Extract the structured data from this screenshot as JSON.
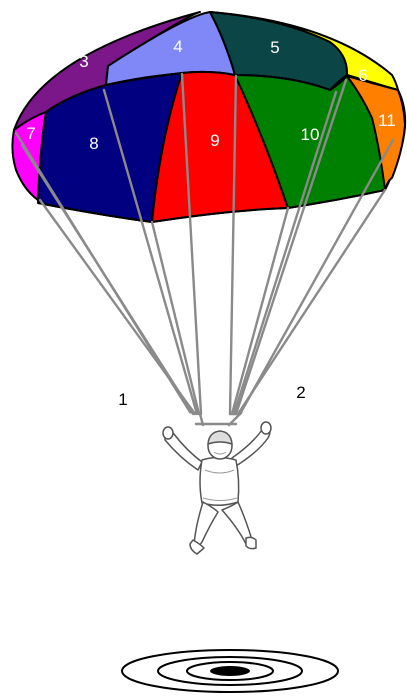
{
  "canopy": {
    "panels": [
      {
        "label": "3",
        "color": "#7b1789"
      },
      {
        "label": "4",
        "color": "#8088f8"
      },
      {
        "label": "5",
        "color": "#0b4545"
      },
      {
        "label": "6",
        "color": "#ffff00"
      },
      {
        "label": "7",
        "color": "#ff00ff"
      },
      {
        "label": "8",
        "color": "#000080"
      },
      {
        "label": "9",
        "color": "#ff0000"
      },
      {
        "label": "10",
        "color": "#008000"
      },
      {
        "label": "11",
        "color": "#ff8000"
      }
    ],
    "underside_color": "#ffffff"
  },
  "suspension_lines": {
    "left_group_label": "1",
    "right_group_label": "2",
    "color": "#8a8a8a"
  },
  "target": {
    "ring_count": 3,
    "center_color": "#000000"
  }
}
